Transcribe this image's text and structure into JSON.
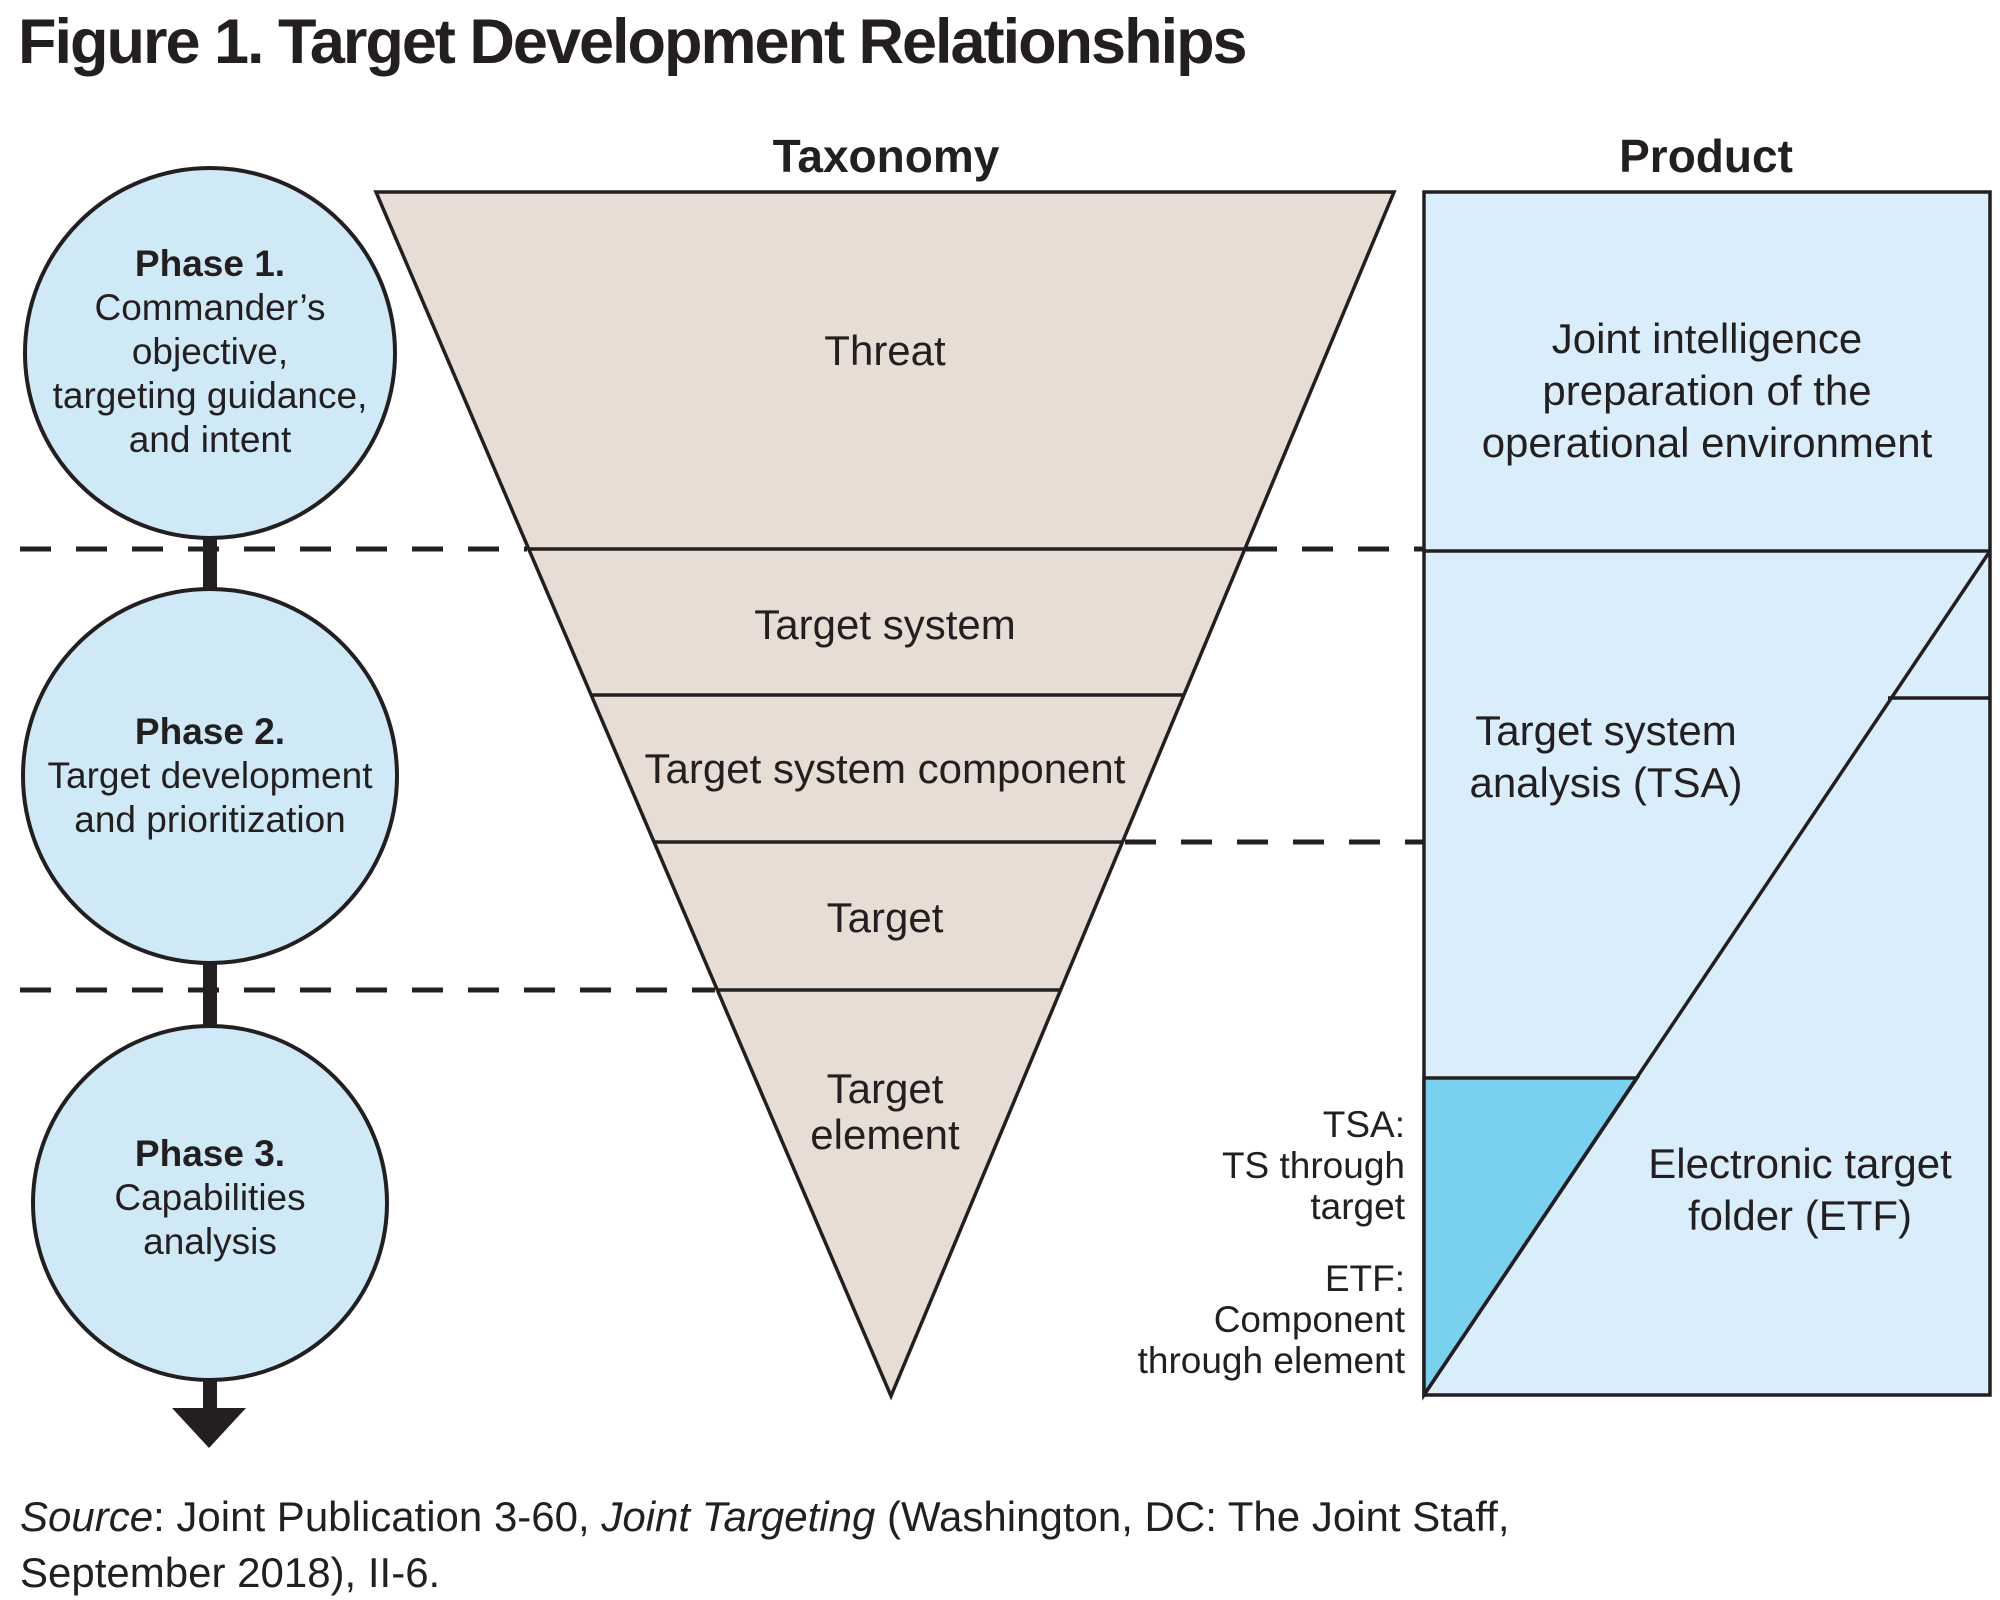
{
  "title": "Figure 1. Target Development Relationships",
  "headers": {
    "taxonomy": "Taxonomy",
    "product": "Product"
  },
  "phases": [
    {
      "title": "Phase 1.",
      "lines": [
        "Commander’s",
        "objective,",
        "targeting guidance,",
        "and intent"
      ]
    },
    {
      "title": "Phase 2.",
      "lines": [
        "Target development",
        "and prioritization"
      ]
    },
    {
      "title": "Phase 3.",
      "lines": [
        "Capabilities",
        "analysis"
      ]
    }
  ],
  "taxonomy_levels": [
    {
      "lines": [
        "Threat"
      ]
    },
    {
      "lines": [
        "Target system"
      ]
    },
    {
      "lines": [
        "Target system component"
      ]
    },
    {
      "lines": [
        "Target"
      ]
    },
    {
      "lines": [
        "Target",
        "element"
      ]
    }
  ],
  "products": {
    "jipoe_lines": [
      "Joint intelligence",
      "preparation of the",
      "operational environment"
    ],
    "tsa_lines": [
      "Target system",
      "analysis (TSA)"
    ],
    "etf_lines": [
      "Electronic target",
      "folder (ETF)"
    ]
  },
  "notes": {
    "tsa_lines": [
      "TSA:",
      "TS through",
      "target"
    ],
    "etf_lines": [
      "ETF:",
      "Component",
      "through element"
    ]
  },
  "source": {
    "parts": [
      {
        "text": "Source",
        "italic": true
      },
      {
        "text": ": Joint Publication 3-60, ",
        "italic": false
      },
      {
        "text": "Joint Targeting",
        "italic": true
      },
      {
        "text": " (Washington, DC: The Joint Staff,",
        "italic": false
      }
    ],
    "line2": "September 2018), II-6."
  },
  "colors": {
    "ink": "#231f20",
    "phase_circle_fill": "#cfe9f6",
    "funnel_fill": "#e8ddd4",
    "product_fill": "#d9eefa",
    "highlight_fill": "#79d0ef"
  }
}
